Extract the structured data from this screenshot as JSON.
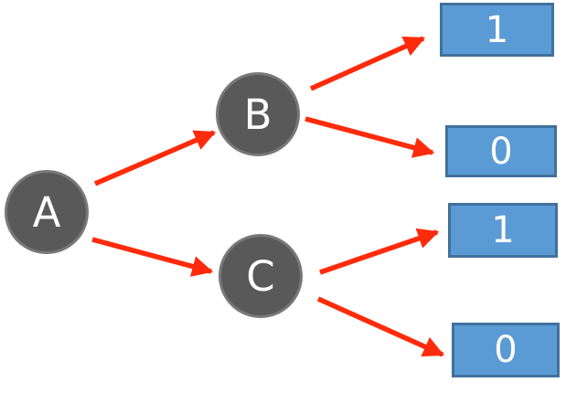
{
  "diagram": {
    "nodes": [
      {
        "label": "A"
      },
      {
        "label": "B"
      },
      {
        "label": "C"
      }
    ],
    "leaves": [
      {
        "value": "1"
      },
      {
        "value": "0"
      },
      {
        "value": "1"
      },
      {
        "value": "0"
      }
    ],
    "edges": [
      "A→B",
      "A→C",
      "B→1",
      "B→0",
      "C→1",
      "C→0"
    ],
    "colors": {
      "node_fill": "#595959",
      "node_border": "#787878",
      "leaf_fill": "#5B9BD5",
      "leaf_border": "#41719C",
      "arrow": "#FF2B0B",
      "label_text": "#FFFFFF"
    }
  }
}
